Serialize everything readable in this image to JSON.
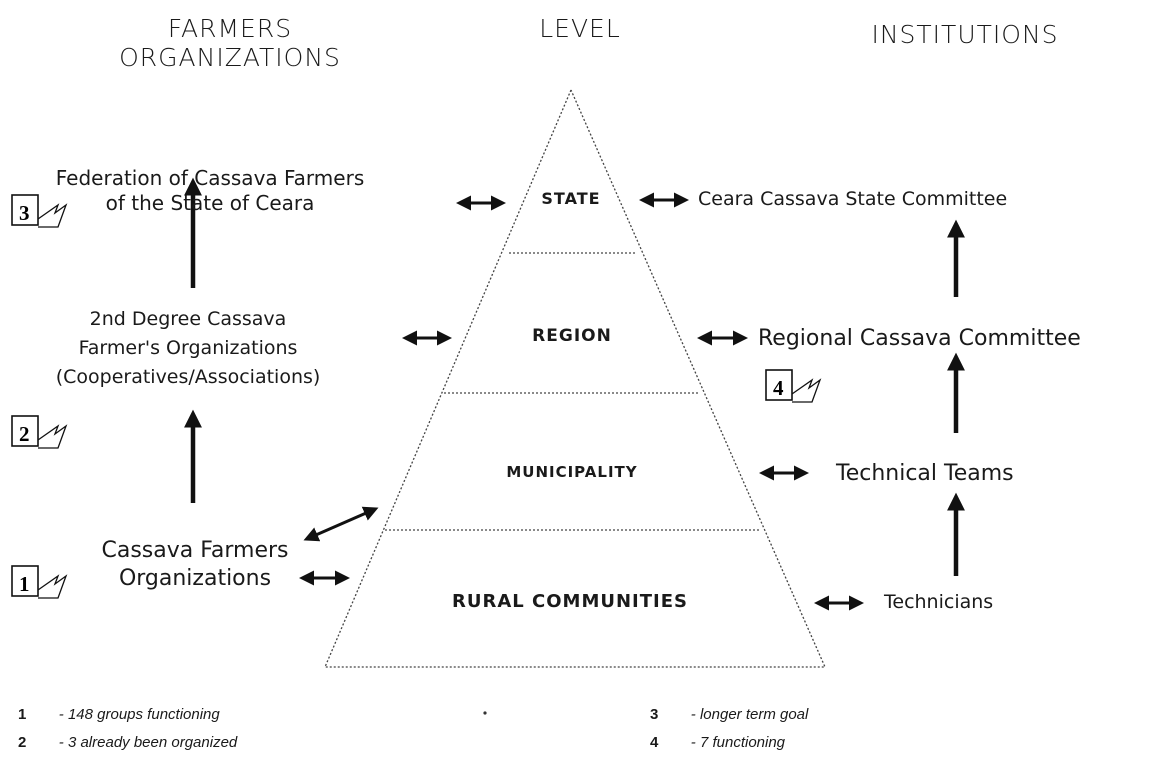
{
  "headers": {
    "left": [
      "FARMERS",
      "ORGANIZATIONS"
    ],
    "center": "LEVEL",
    "right": "INSTITUTIONS"
  },
  "levels": [
    "STATE",
    "REGION",
    "MUNICIPALITY",
    "RURAL COMMUNITIES"
  ],
  "farmers_organizations": {
    "federation": [
      "Federation of Cassava Farmers",
      "of the State of Ceara"
    ],
    "second_degree": [
      "2nd Degree Cassava",
      "Farmer's Organizations",
      "(Cooperatives/Associations)"
    ],
    "cassava_farmers": [
      "Cassava Farmers",
      "Organizations"
    ]
  },
  "institutions": {
    "state": "Ceara Cassava State Committee",
    "regional": "Regional Cassava Committee",
    "teams": "Technical Teams",
    "technicians": "Technicians"
  },
  "badges": [
    "1",
    "2",
    "3",
    "4"
  ],
  "legend": [
    {
      "num": "1",
      "text": "- 148 groups functioning"
    },
    {
      "num": "2",
      "text": "- 3 already been organized"
    },
    {
      "num": "3",
      "text": "- longer term goal"
    },
    {
      "num": "4",
      "text": "- 7 functioning"
    }
  ]
}
